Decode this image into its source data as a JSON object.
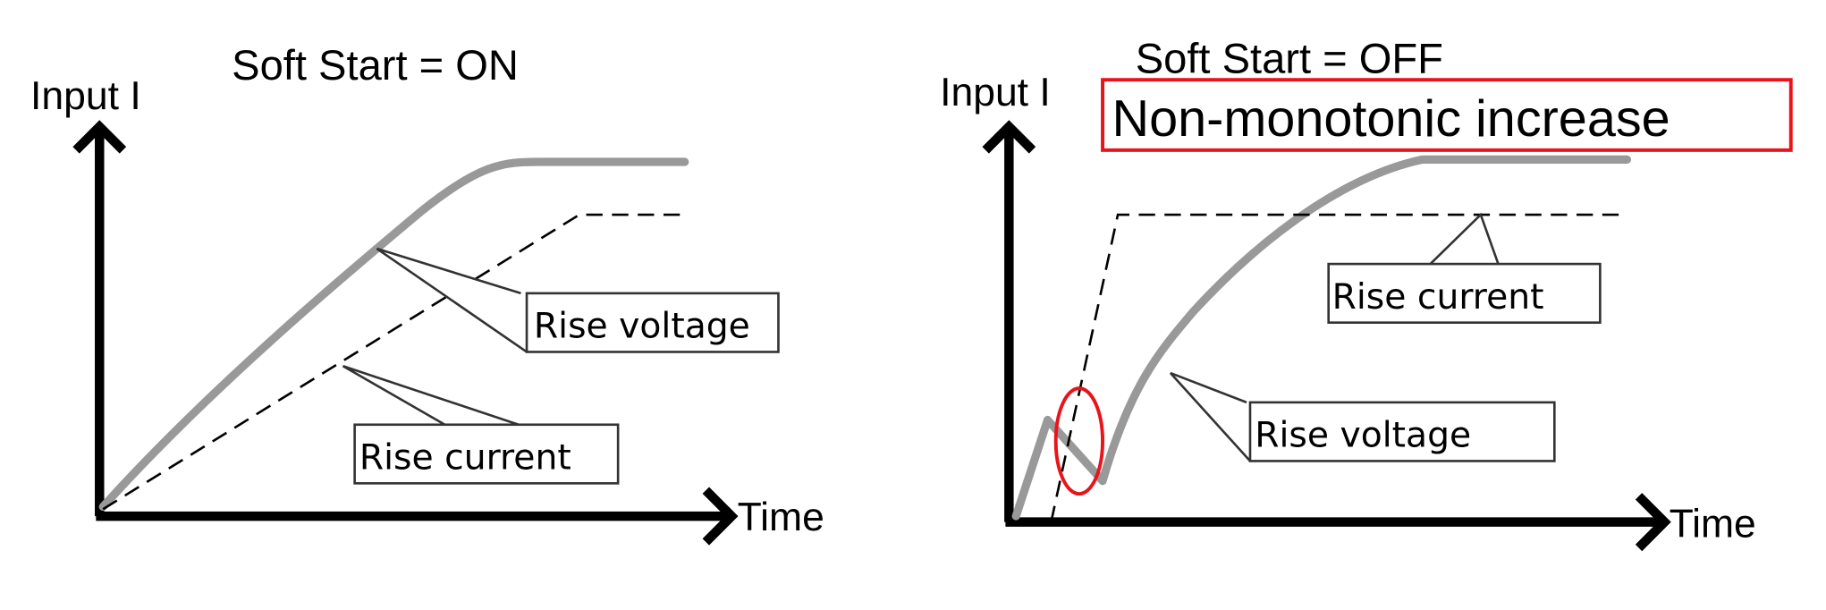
{
  "left_panel": {
    "title": "Soft Start = ON",
    "y_label": "Input I",
    "x_label": "Time",
    "callout_voltage": "Rise voltage",
    "callout_current": "Rise current"
  },
  "right_panel": {
    "title": "Soft Start = OFF",
    "y_label": "Input I",
    "x_label": "Time",
    "highlight": "Non-monotonic increase",
    "callout_current": "Rise current",
    "callout_voltage": "Rise voltage"
  },
  "colors": {
    "voltage_curve": "#999999",
    "current_curve": "#000000",
    "highlight": "#e8141b"
  }
}
